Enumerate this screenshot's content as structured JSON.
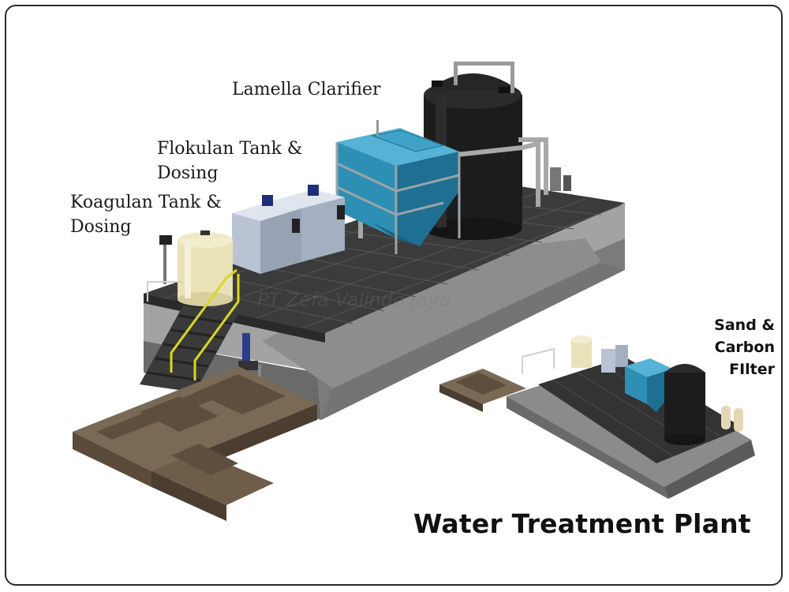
{
  "labels": {
    "lamella": "Lamella Clarifier",
    "flokulan_line1": "Flokulan Tank &",
    "flokulan_line2": "Dosing",
    "koagulan_line1": "Koagulan Tank &",
    "koagulan_line2": "Dosing",
    "sand_line1": "Sand &",
    "sand_line2": "Carbon",
    "sand_line3": "FIlter"
  },
  "title": "Water Treatment Plant",
  "watermark": "PT Zefa Valindo Jaya",
  "colors": {
    "frame_border": "#2a2a2a",
    "concrete": "#8f8f8f",
    "grating": "#3a3a3a",
    "clarifier_blue": "#2e8fb5",
    "black_tank": "#1c1c1c",
    "cream_tank": "#e9e1b8",
    "dosing_tank": "#b9c3d3",
    "handrail_yellow": "#d8d820",
    "basin_brown": "#6e5d48"
  }
}
